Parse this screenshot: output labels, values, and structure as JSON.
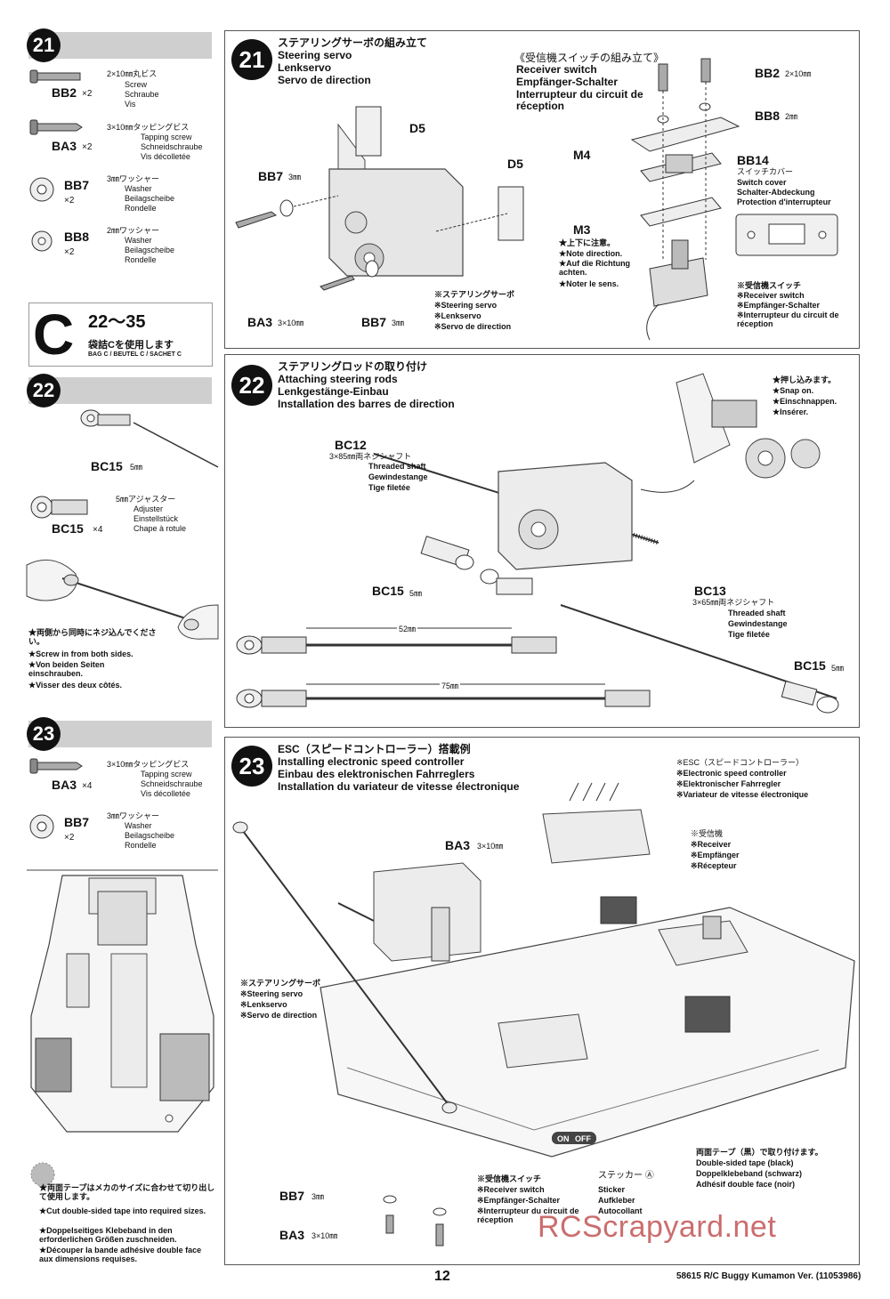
{
  "page_number": "12",
  "footer": "58615 R/C Buggy Kumamon Ver. (11053986)",
  "watermark": "RCScrapyard.net",
  "bag": {
    "letter": "C",
    "range": "22～35",
    "jp": "袋詰Cを使用します",
    "desc": "BAG C / BEUTEL C / SACHET C"
  },
  "parts_21": [
    {
      "code": "BB2",
      "qty": "×2",
      "jp": "2×10㎜丸ビス",
      "en": "Screw",
      "de": "Schraube",
      "fr": "Vis"
    },
    {
      "code": "BA3",
      "qty": "×2",
      "jp": "3×10㎜タッピングビス",
      "en": "Tapping screw",
      "de": "Schneidschraube",
      "fr": "Vis décolletée"
    },
    {
      "code": "BB7",
      "qty": "×2",
      "jp": "3㎜ワッシャー",
      "en": "Washer",
      "de": "Beilagscheibe",
      "fr": "Rondelle"
    },
    {
      "code": "BB8",
      "qty": "×2",
      "jp": "2㎜ワッシャー",
      "en": "Washer",
      "de": "Beilagscheibe",
      "fr": "Rondelle"
    }
  ],
  "parts_22": {
    "code": "BC15",
    "qty": "×4",
    "jp": "5㎜アジャスター",
    "en": "Adjuster",
    "de": "Einstellstück",
    "fr": "Chape à rotule",
    "label_top": "BC15",
    "label_top_size": "5㎜"
  },
  "note_22": [
    "★両側から同時にネジ込んでください。",
    "★Screw in from both sides.",
    "★Von beiden Seiten einschrauben.",
    "★Visser des deux côtés."
  ],
  "parts_23": [
    {
      "code": "BA3",
      "qty": "×4",
      "jp": "3×10㎜タッピングビス",
      "en": "Tapping screw",
      "de": "Schneidschraube",
      "fr": "Vis décolletée"
    },
    {
      "code": "BB7",
      "qty": "×2",
      "jp": "3㎜ワッシャー",
      "en": "Washer",
      "de": "Beilagscheibe",
      "fr": "Rondelle"
    }
  ],
  "note_23": [
    "★両面テープはメカのサイズに合わせて切り出して使用します。",
    "★Cut double-sided tape into required sizes.",
    "★Doppelseitiges Klebeband in den erforderlichen Größen zuschneiden.",
    "★Découper la bande adhésive double face aux dimensions requises."
  ],
  "step21": {
    "num": "21",
    "title": [
      "ステアリングサーボの組み立て",
      "Steering servo",
      "Lenkservo",
      "Servo de direction"
    ],
    "sub_title": [
      "《受信機スイッチの組み立て》",
      "Receiver switch",
      "Empfänger-Schalter",
      "Interrupteur du circuit de réception"
    ],
    "labels": {
      "d5a": "D5",
      "d5b": "D5",
      "bb7a": "BB7",
      "bb7a_s": "3㎜",
      "ba3": "BA3",
      "ba3_s": "3×10㎜",
      "bb7b": "BB7",
      "bb7b_s": "3㎜",
      "bb2": "BB2",
      "bb2_s": "2×10㎜",
      "bb8": "BB8",
      "bb8_s": "2㎜",
      "m4": "M4",
      "m3": "M3",
      "bb14": "BB14"
    },
    "bb14_names": [
      "スイッチカバー",
      "Switch cover",
      "Schalter-Abdeckung",
      "Protection d'interrupteur"
    ],
    "dir_note": [
      "★上下に注意。",
      "★Note direction.",
      "★Auf die Richtung achten.",
      "★Noter le sens."
    ],
    "servo_note": [
      "※ステアリングサーボ",
      "※Steering servo",
      "※Lenkservo",
      "※Servo de direction"
    ],
    "switch_note": [
      "※受信機スイッチ",
      "※Receiver switch",
      "※Empfänger-Schalter",
      "※Interrupteur du circuit de réception"
    ]
  },
  "step22": {
    "num": "22",
    "title": [
      "ステアリングロッドの取り付け",
      "Attaching steering rods",
      "Lenkgestänge-Einbau",
      "Installation des barres de direction"
    ],
    "bc12": "BC12",
    "bc12_names": [
      "3×85㎜両ネジシャフト",
      "Threaded shaft",
      "Gewindestange",
      "Tige filetée"
    ],
    "bc13": "BC13",
    "bc13_names": [
      "3×65㎜両ネジシャフト",
      "Threaded shaft",
      "Gewindestange",
      "Tige filetée"
    ],
    "bc15a": "BC15",
    "bc15a_s": "5㎜",
    "bc15b": "BC15",
    "bc15b_s": "5㎜",
    "len1": "52㎜",
    "len2": "75㎜",
    "snap": [
      "★押し込みます。",
      "★Snap on.",
      "★Einschnappen.",
      "★Insérer."
    ]
  },
  "step23": {
    "num": "23",
    "title": [
      "ESC（スピードコントローラー）搭載例",
      "Installing electronic speed controller",
      "Einbau des elektronischen Fahrreglers",
      "Installation du variateur de vitesse électronique"
    ],
    "esc": [
      "※ESC（スピードコントローラー）",
      "※Electronic speed controller",
      "※Elektronischer Fahrregler",
      "※Variateur de vitesse électronique"
    ],
    "receiver": [
      "※受信機",
      "※Receiver",
      "※Empfänger",
      "※Récepteur"
    ],
    "servo": [
      "※ステアリングサーボ",
      "※Steering servo",
      "※Lenkservo",
      "※Servo de direction"
    ],
    "switch": [
      "※受信機スイッチ",
      "※Receiver switch",
      "※Empfänger-Schalter",
      "※Interrupteur du circuit de réception"
    ],
    "sticker": [
      "ステッカー Ⓐ",
      "Sticker",
      "Aufkleber",
      "Autocollant"
    ],
    "tape": [
      "両面テープ（黒）で取り付けます。",
      "Double-sided tape (black)",
      "Doppelklebeband (schwarz)",
      "Adhésif double face (noir)"
    ],
    "ba3": "BA3",
    "ba3_s": "3×10㎜",
    "bb7": "BB7",
    "bb7_s": "3㎜",
    "ba3b": "BA3",
    "ba3b_s": "3×10㎜",
    "onoff": [
      "ON",
      "OFF"
    ]
  }
}
